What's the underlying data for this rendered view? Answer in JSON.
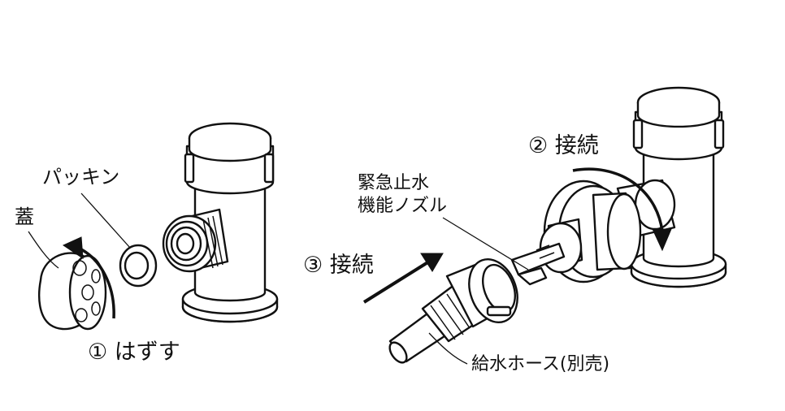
{
  "labels": {
    "cap": "蓋",
    "packing": "パッキン",
    "step1": "① はずす",
    "step2": "② 接続",
    "step3": "③ 接続",
    "nozzle_line1": "緊急止水",
    "nozzle_line2": "機能ノズル",
    "hose": "給水ホース(別売)"
  },
  "colors": {
    "line": "#111111",
    "background": "#ffffff"
  }
}
